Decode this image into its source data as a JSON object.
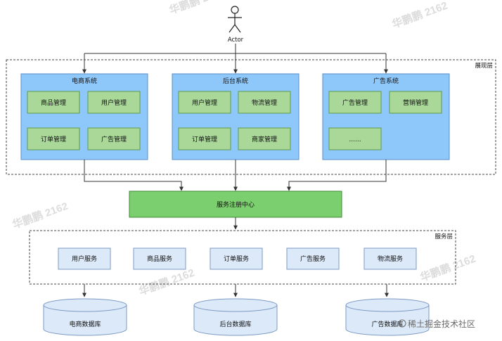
{
  "actor": {
    "label": "Actor"
  },
  "presentation_layer": {
    "title": "展现层",
    "systems": [
      {
        "title": "电商系统",
        "modules": [
          "商品管理",
          "用户管理",
          "订单管理",
          "广告管理"
        ]
      },
      {
        "title": "后台系统",
        "modules": [
          "用户管理",
          "物流管理",
          "订单管理",
          "商家管理"
        ]
      },
      {
        "title": "广告系统",
        "modules": [
          "广告管理",
          "营销管理",
          "......"
        ]
      }
    ]
  },
  "registry": {
    "label": "服务注册中心"
  },
  "service_layer": {
    "title": "服务层",
    "services": [
      "用户服务",
      "商品服务",
      "订单服务",
      "广告服务",
      "物流服务"
    ]
  },
  "databases": [
    "电商数据库",
    "后台数据库",
    "广告数据库"
  ],
  "watermark": {
    "text": "华鹏鹏 2162",
    "site": "稀土掘金技术社区"
  },
  "colors": {
    "system_fill": "#8ec7fa",
    "system_stroke": "#5b8fc7",
    "module_fill": "#a9d898",
    "module_stroke": "#5f9a4b",
    "registry_fill": "#7ccf6e",
    "registry_stroke": "#3e8a34",
    "service_fill": "#dce9f8",
    "service_stroke": "#7c9ac4",
    "db_fill": "#dce9f8",
    "db_stroke": "#7c9ac4",
    "line": "#333333"
  }
}
